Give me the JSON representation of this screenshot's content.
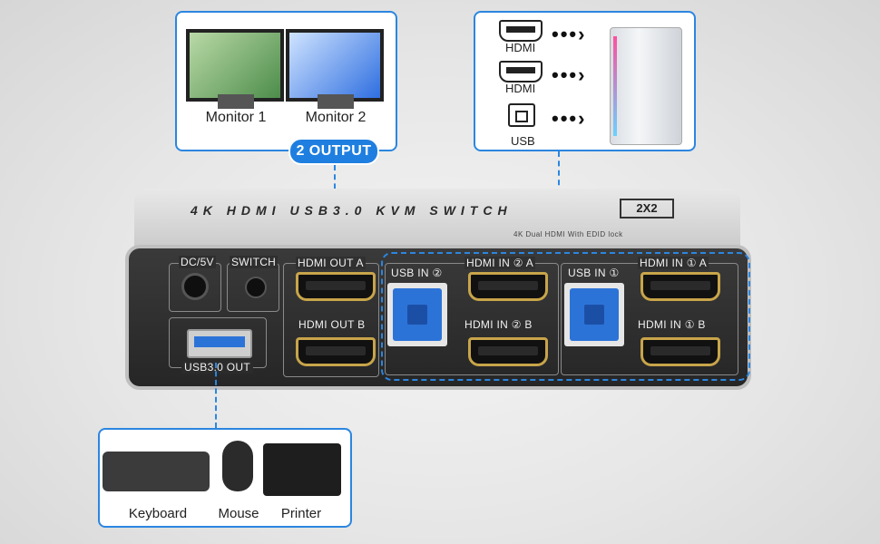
{
  "monitors": {
    "monitor_1": "Monitor 1",
    "monitor_2": "Monitor 2",
    "badge": "2 OUTPUT"
  },
  "pc": {
    "hdmi_1": "HDMI",
    "hdmi_2": "HDMI",
    "usb": "USB"
  },
  "device": {
    "title": "4K HDMI USB3.0 KVM SWITCH",
    "model": "2X2",
    "subtitle": "4K Dual HDMI With EDID lock",
    "dc": "DC/5V",
    "switch": "SWITCH",
    "hdmi_out_a": "HDMI OUT A",
    "hdmi_out_b": "HDMI OUT B",
    "usb_out": "USB3.0 OUT",
    "usb_in_2": "USB IN ②",
    "hdmi_in_2a": "HDMI IN ② A",
    "hdmi_in_2b": "HDMI IN ② B",
    "usb_in_1": "USB IN ①",
    "hdmi_in_1a": "HDMI IN ① A",
    "hdmi_in_1b": "HDMI IN ① B"
  },
  "peripherals": {
    "keyboard": "Keyboard",
    "mouse": "Mouse",
    "printer": "Printer"
  },
  "colors": {
    "accent": "#2b86e0",
    "badge": "#1f7fe0",
    "usb_blue": "#2c73d8",
    "hdmi_gold": "#c8a54a"
  }
}
